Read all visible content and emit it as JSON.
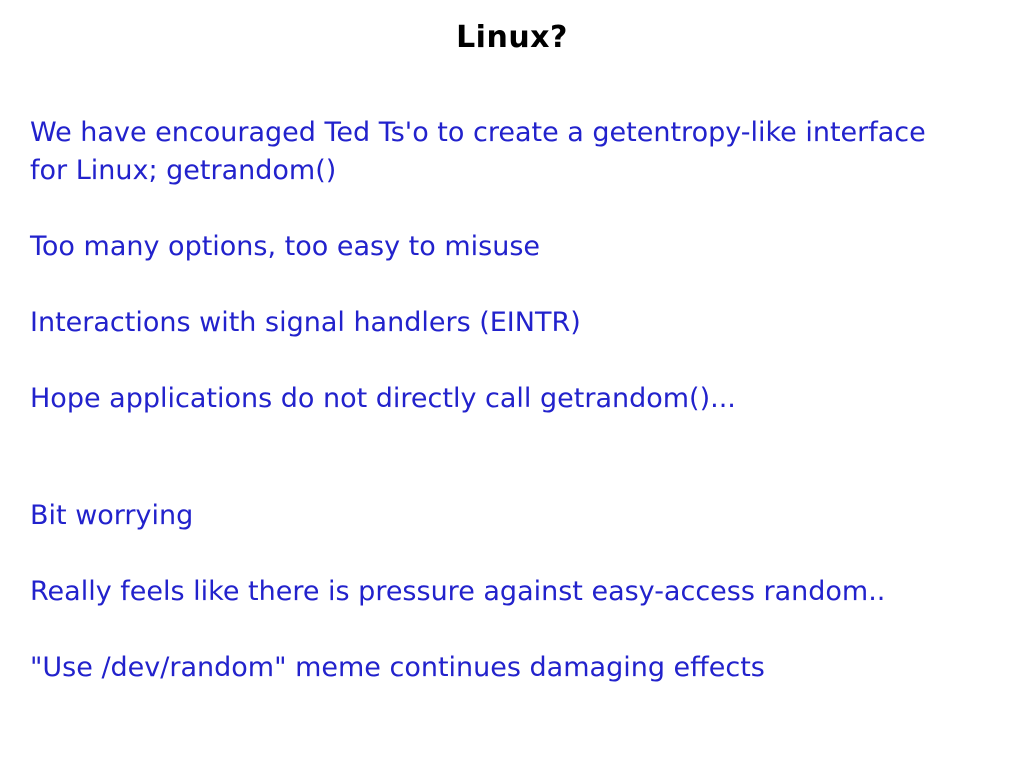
{
  "slide": {
    "title": "Linux?",
    "title_color": "#000000",
    "text_color": "#2222cc",
    "background_color": "#ffffff",
    "lines": [
      {
        "text": "We have encouraged Ted Ts'o to create a getentropy-like interface"
      },
      {
        "text": "for Linux; getrandom()"
      },
      {
        "text": "Too many options, too easy to misuse"
      },
      {
        "text": "Interactions with signal handlers (EINTR)"
      },
      {
        "text": "Hope applications do not directly call getrandom()..."
      },
      {
        "text": "Bit worrying"
      },
      {
        "text": "Really feels like there is pressure against easy-access random.."
      },
      {
        "text": "\"Use /dev/random\" meme continues damaging effects"
      }
    ]
  }
}
